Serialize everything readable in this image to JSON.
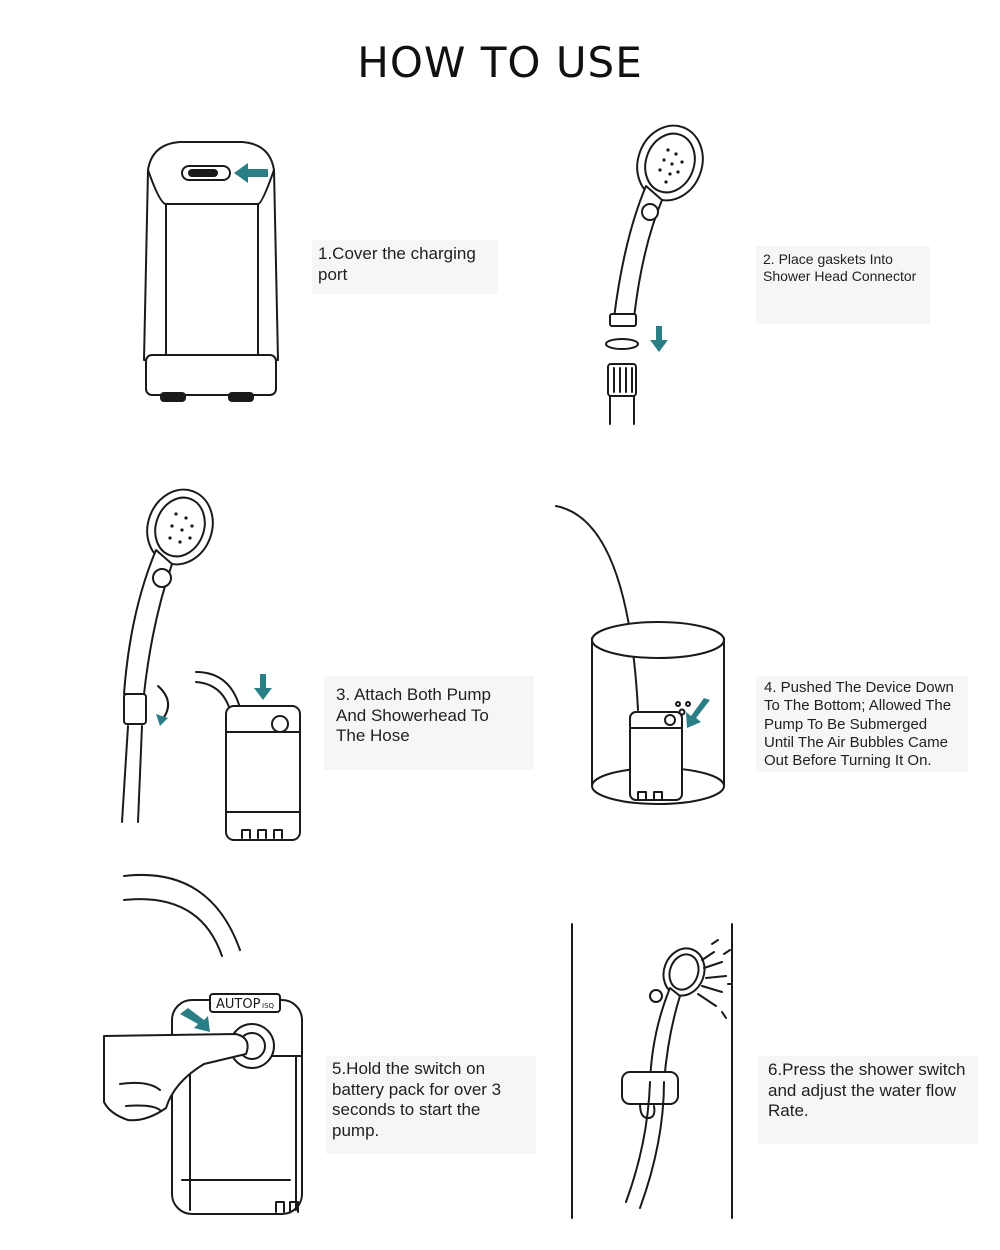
{
  "title": "HOW TO USE",
  "steps": [
    {
      "text": "1.Cover the charging port"
    },
    {
      "text": "2. Place gaskets Into Shower Head Connector"
    },
    {
      "text": "3. Attach Both Pump And Showerhead To The Hose"
    },
    {
      "text": "4. Pushed The Device Down To The Bottom; Allowed The Pump To Be Submerged Until The Air Bubbles Came Out Before Turning It On."
    },
    {
      "text": "5.Hold the switch on battery pack for over 3 seconds to start the pump."
    },
    {
      "text": "6.Press the shower switch and adjust the water flow Rate."
    }
  ],
  "brand_text": "AUTOP",
  "brand_suffix": "ISQ",
  "colors": {
    "arrow": "#2a7f86",
    "label_bg": "#f6f6f6",
    "line": "#1a1a1a"
  }
}
